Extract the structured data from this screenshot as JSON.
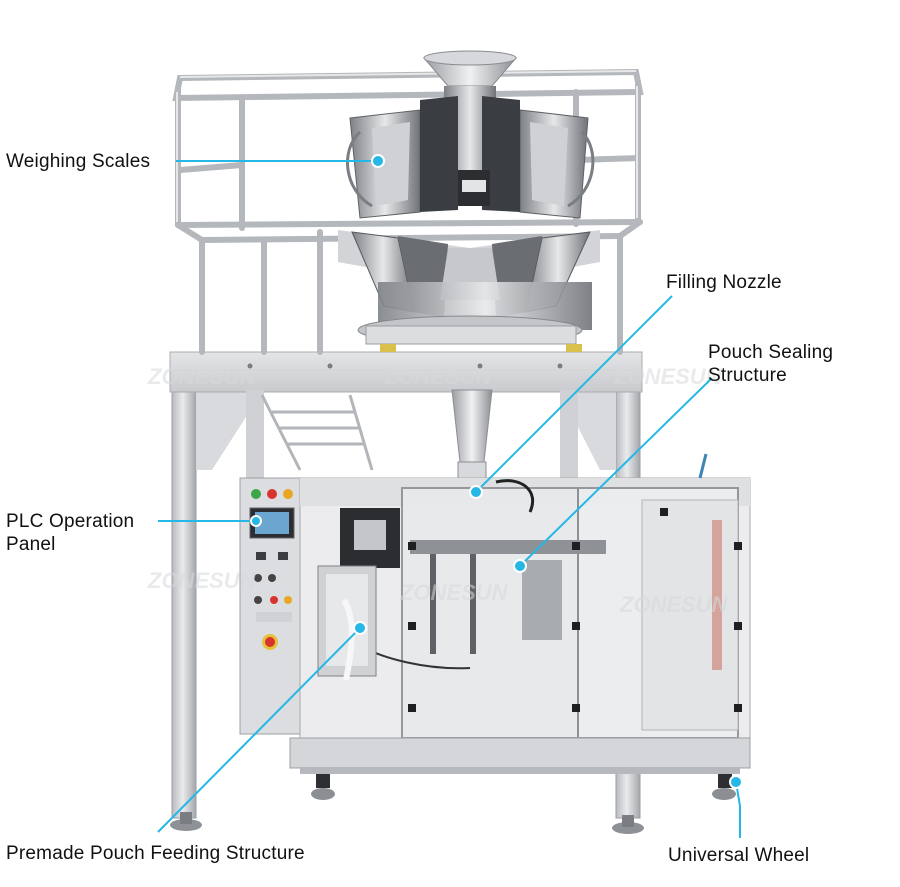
{
  "labels": {
    "weighing_scales": "Weighing Scales",
    "filling_nozzle": "Filling Nozzle",
    "pouch_sealing_line1": "Pouch Sealing",
    "pouch_sealing_line2": "Structure",
    "plc_line1": "PLC Operation",
    "plc_line2": "Panel",
    "premade_pouch": "Premade Pouch Feeding Structure",
    "universal_wheel": "Universal Wheel"
  },
  "watermark": "ZONESUN",
  "colors": {
    "callout": "#25b7e6",
    "frame_light": "#e8e9eb",
    "frame_mid": "#c4c6ca",
    "frame_dark": "#8e9196",
    "steel_dark": "#2a2c30"
  },
  "icons": {
    "callout_dot": "circle",
    "indicator_lights": [
      "green-light",
      "red-light",
      "yellow-light"
    ],
    "emergency_stop": "red-mushroom-button"
  }
}
